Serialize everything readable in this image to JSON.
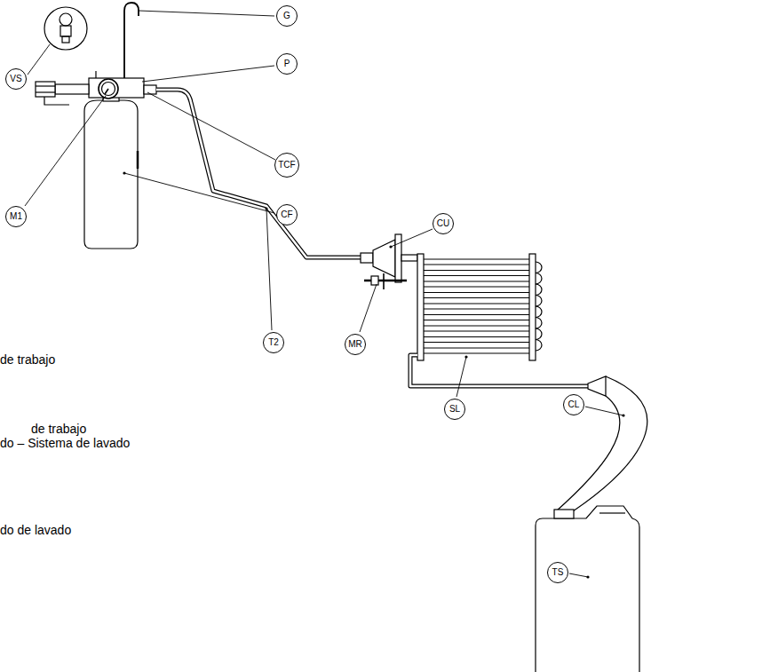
{
  "diagram": {
    "nodes": [
      {
        "text": [
          "G"
        ]
      },
      {
        "text": [
          "VS"
        ]
      },
      {
        "text": [
          "P"
        ]
      },
      {
        "text": [
          "M1"
        ]
      },
      {
        "text": [
          "TCF"
        ]
      },
      {
        "text": [
          "CF"
        ]
      },
      {
        "text": [
          "CU"
        ]
      },
      {
        "text": [
          "T2"
        ]
      },
      {
        "text": [
          "MR"
        ]
      },
      {
        "text": [
          "SL"
        ]
      },
      {
        "text": [
          "CL"
        ]
      },
      {
        "text": [
          "TS"
        ]
      }
    ],
    "labels": [
      "de trabajo",
      "de trabajo",
      "do – Sistema de lavado",
      "do de lavado"
    ]
  }
}
